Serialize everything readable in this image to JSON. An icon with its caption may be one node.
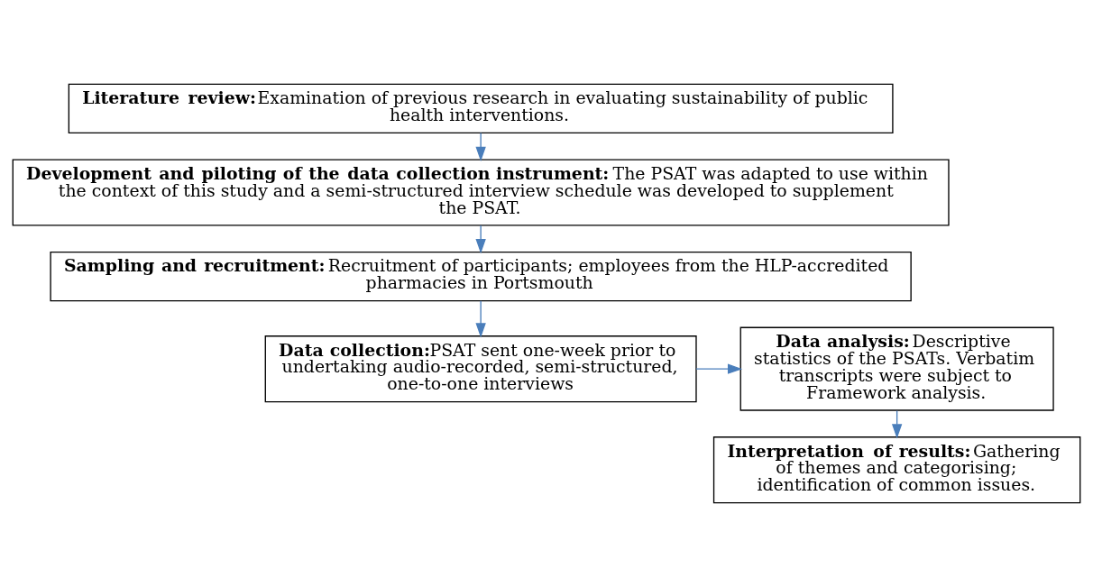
{
  "diagram": {
    "nodes": [
      {
        "text": [
          "Literature review:",
          "Examination of previous research in evaluating sustainability of public health interventions."
        ]
      },
      {
        "text": [
          "Development and piloting of the data collection instrument:",
          "The PSAT was adapted to use within the context of this study and a semi-structured interview schedule was developed to supplement the PSAT."
        ]
      },
      {
        "text": [
          "Sampling and recruitment:",
          "Recruitment of participants; employees from the HLP-accredited pharmacies in Portsmouth"
        ]
      },
      {
        "text": [
          "Data collection:",
          "PSAT sent one-week prior to undertaking audio-recorded, semi-structured, one-to-one interviews"
        ]
      },
      {
        "text": [
          "Data analysis:",
          "Descriptive statistics of the PSATs. Verbatim transcripts were subject to Framework analysis."
        ]
      },
      {
        "text": [
          "Interpretation of results:",
          "Gathering of themes and categorising; identification of common issues."
        ]
      }
    ],
    "edges": [
      {
        "from": 0,
        "to": 1,
        "arrow": "to"
      },
      {
        "from": 1,
        "to": 2,
        "arrow": "to"
      },
      {
        "from": 2,
        "to": 3,
        "arrow": "to"
      },
      {
        "from": 3,
        "to": 4,
        "arrow": "to"
      },
      {
        "from": 4,
        "to": 5,
        "arrow": "to"
      }
    ]
  }
}
